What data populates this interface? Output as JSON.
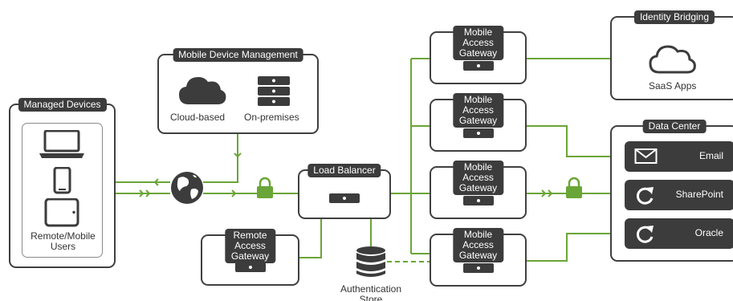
{
  "managed_devices": {
    "title": "Managed Devices",
    "users_label": "Remote/Mobile\nUsers"
  },
  "mdm": {
    "title": "Mobile Device Management",
    "cloud_label": "Cloud-based",
    "onprem_label": "On-premises"
  },
  "load_balancer": {
    "title": "Load Balancer"
  },
  "remote_gateway": {
    "title": "Remote Access\nGateway"
  },
  "mobile_gateways": [
    {
      "title": "Mobile Access\nGateway"
    },
    {
      "title": "Mobile Access\nGateway"
    },
    {
      "title": "Mobile Access\nGateway"
    },
    {
      "title": "Mobile Access\nGateway"
    }
  ],
  "identity_bridging": {
    "title": "Identity Bridging",
    "saas_label": "SaaS Apps"
  },
  "data_center": {
    "title": "Data Center",
    "services": [
      {
        "label": "Email",
        "icon": "envelope-icon"
      },
      {
        "label": "SharePoint",
        "icon": "refresh-icon"
      },
      {
        "label": "Oracle",
        "icon": "refresh-icon"
      }
    ]
  },
  "auth_store": {
    "label": "Authentication\nStore"
  },
  "colors": {
    "line": "#6aa537",
    "dark": "#3c3c3c",
    "border": "#404040"
  }
}
